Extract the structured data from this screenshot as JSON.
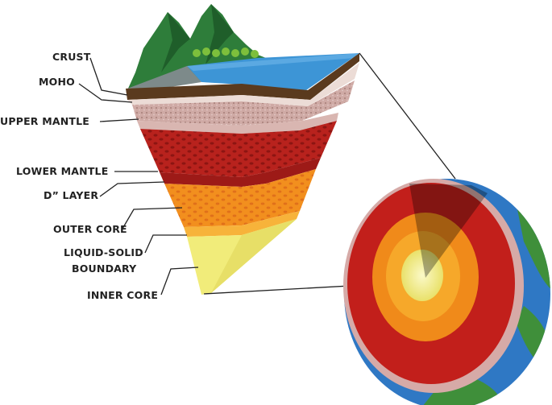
{
  "labels": {
    "crust": "CRUST",
    "moho": "MOHO",
    "upper_mantle": "UPPER MANTLE",
    "lower_mantle": "LOWER MANTLE",
    "d_layer": "D” LAYER",
    "outer_core": "OUTER CORE",
    "liquid_solid_line1": "LIQUID-SOLID",
    "liquid_solid_line2": "BOUNDARY",
    "inner_core": "INNER CORE"
  },
  "colors": {
    "mountain": "#2e7d3a",
    "ocean": "#3d95d6",
    "crust_rock": "#5a3a1e",
    "moho": "#e9d6cf",
    "upper_mantle": "#c9a6a0",
    "lower_mantle": "#b7201c",
    "d_layer": "#9d1a17",
    "outer_core": "#f08a1a",
    "liquid_solid": "#f3b02a",
    "inner_core": "#f1ec7a",
    "globe_land": "#3f8f3a",
    "globe_ocean": "#2f78c4"
  }
}
